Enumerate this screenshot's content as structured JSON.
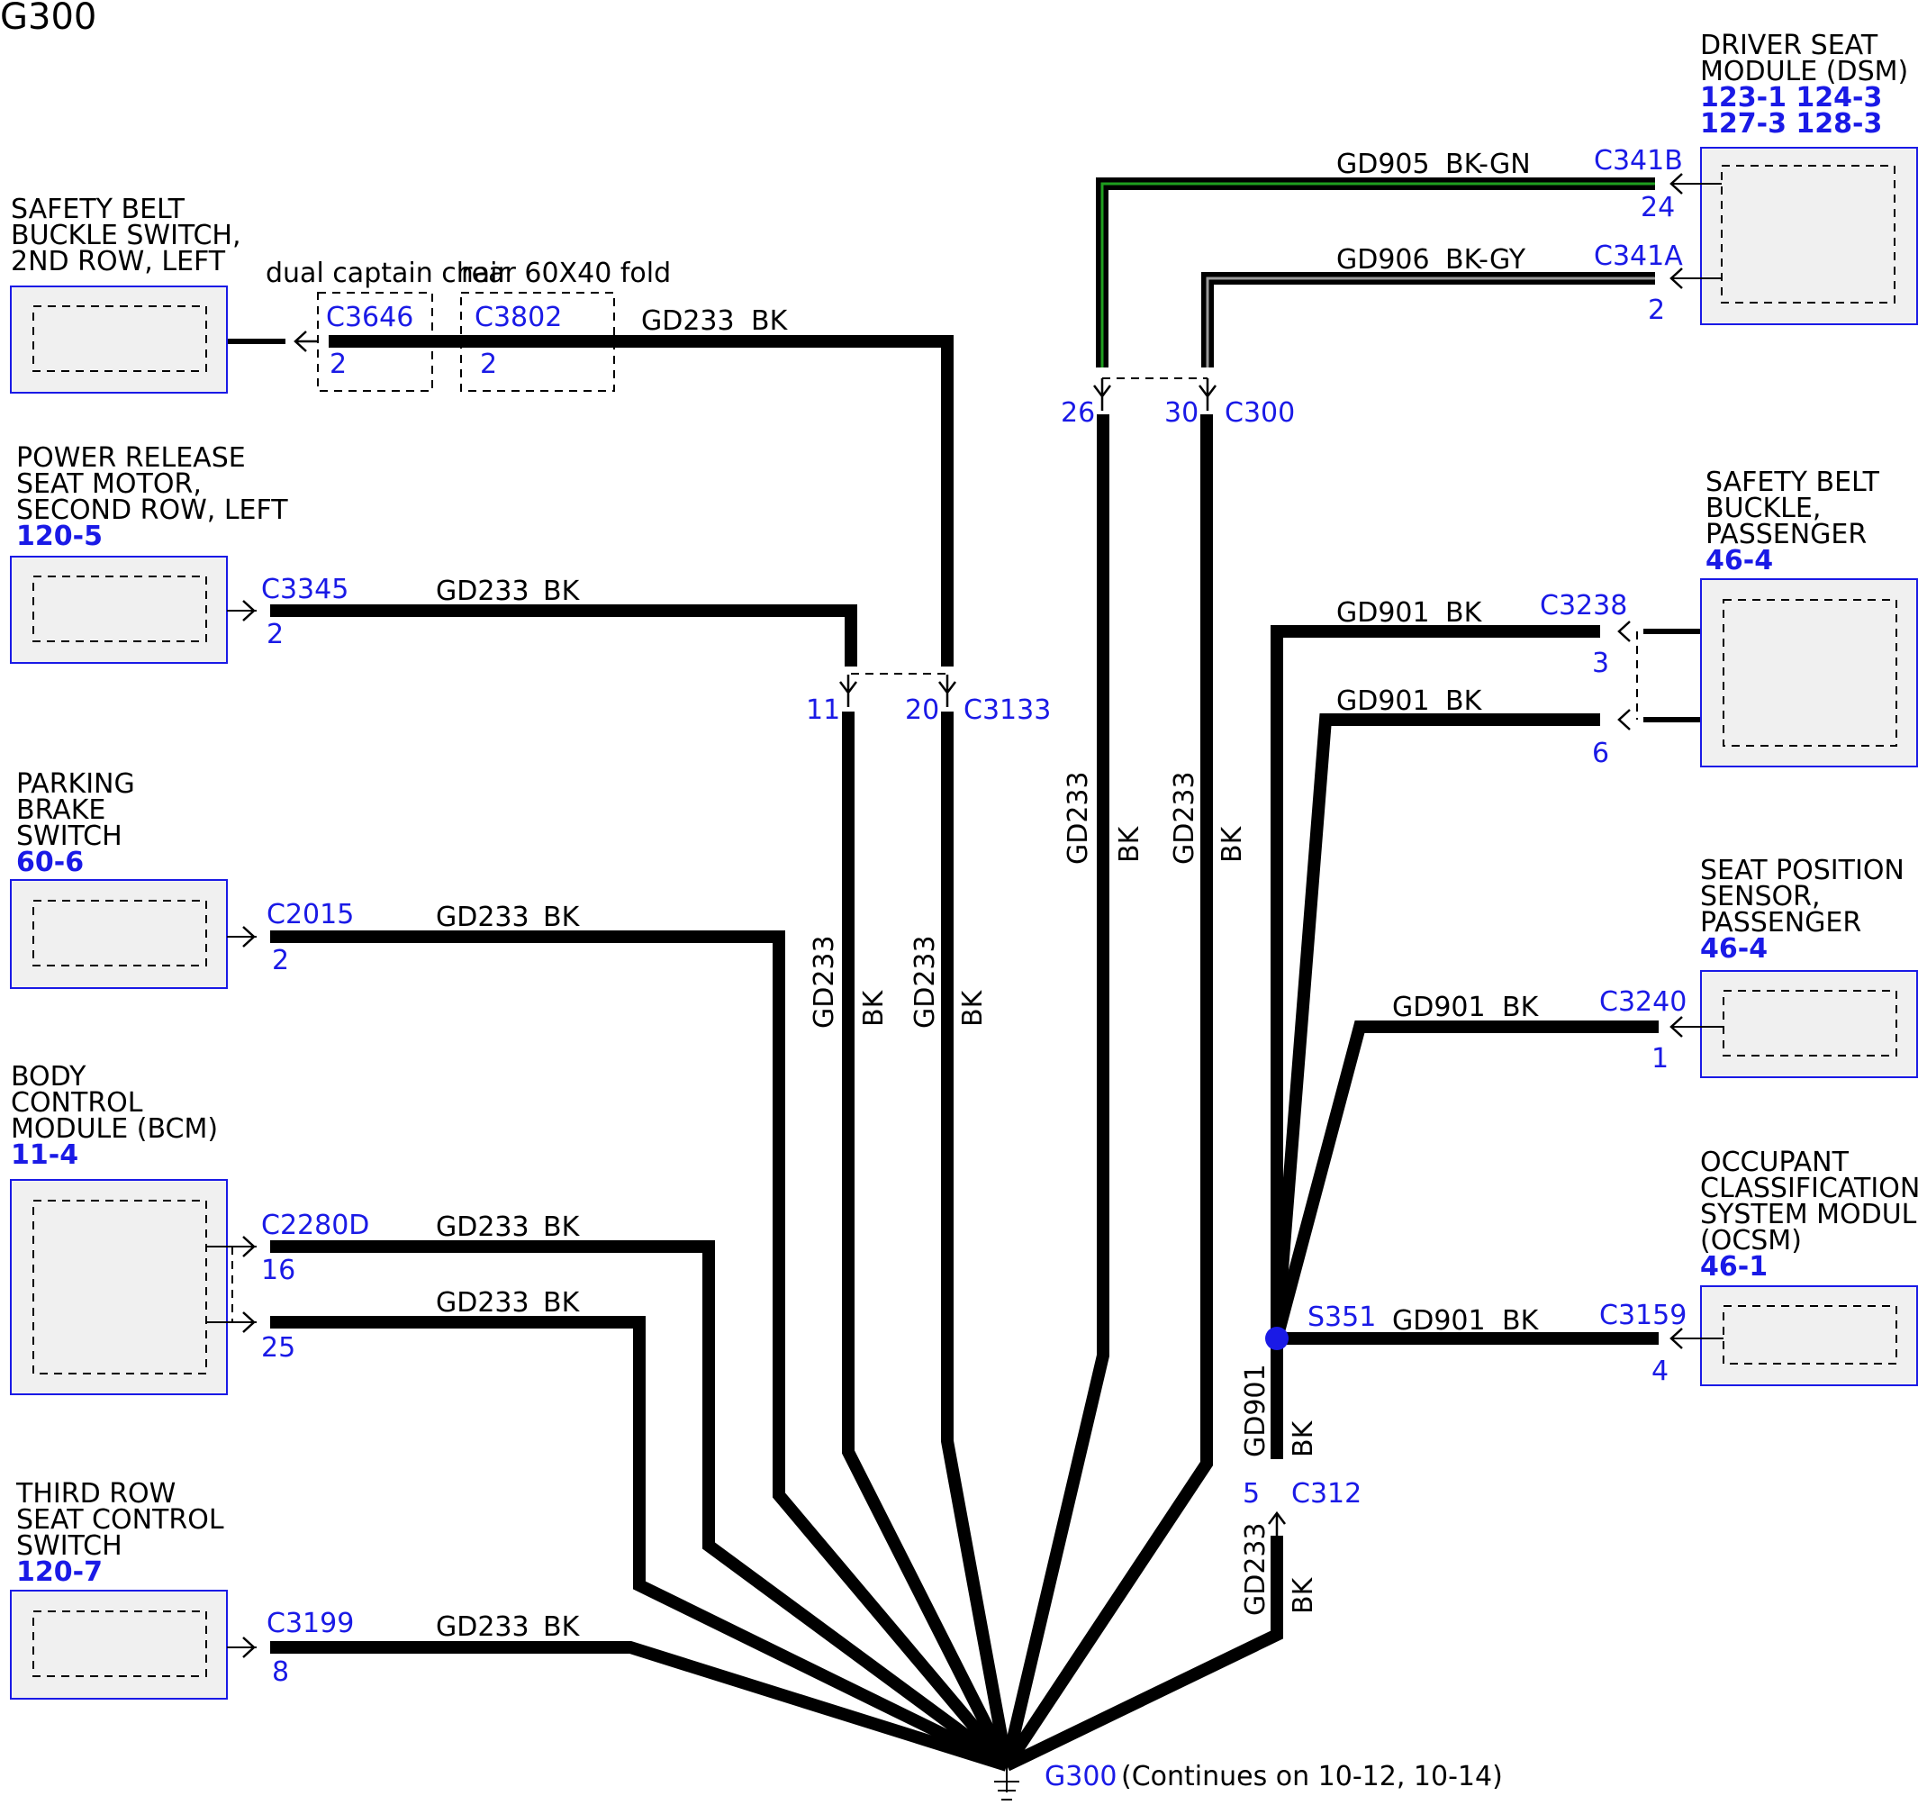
{
  "title": "G300",
  "ground": {
    "label": "G300",
    "note": "(Continues on 10-12, 10-14)"
  },
  "splice": {
    "label": "S351",
    "color": "#1a1ae6"
  },
  "colors": {
    "wire": "#000000",
    "connector_text": "#1a1ae6",
    "box_border": "#1a1ae6",
    "box_fill": "#f0f0f0",
    "bk_gn_stripe": "#1f9e1f",
    "bk_gy_stripe": "#9a9a9a"
  },
  "components": {
    "belt_2nd_left": {
      "lines": [
        "SAFETY BELT",
        "BUCKLE SWITCH,",
        "2ND ROW, LEFT"
      ],
      "refs": []
    },
    "power_release": {
      "lines": [
        "POWER RELEASE",
        "SEAT MOTOR,",
        "SECOND ROW, LEFT"
      ],
      "refs": [
        "120-5"
      ]
    },
    "parking_brake": {
      "lines": [
        "PARKING",
        "BRAKE",
        "SWITCH"
      ],
      "refs": [
        "60-6"
      ]
    },
    "bcm": {
      "lines": [
        "BODY",
        "CONTROL",
        "MODULE (BCM)"
      ],
      "refs": [
        "11-4"
      ]
    },
    "third_row": {
      "lines": [
        "THIRD ROW",
        "SEAT CONTROL",
        "SWITCH"
      ],
      "refs": [
        "120-7"
      ]
    },
    "dsm": {
      "lines": [
        "DRIVER SEAT",
        "MODULE (DSM)"
      ],
      "refs": [
        "123-1 124-3",
        "127-3 128-3"
      ]
    },
    "belt_passenger": {
      "lines": [
        "SAFETY BELT",
        "BUCKLE,",
        "PASSENGER"
      ],
      "refs": [
        "46-4"
      ]
    },
    "seat_position": {
      "lines": [
        "SEAT POSITION",
        "SENSOR,",
        "PASSENGER"
      ],
      "refs": [
        "46-4"
      ]
    },
    "ocsm": {
      "lines": [
        "OCCUPANT",
        "CLASSIFICATION",
        "SYSTEM MODULE",
        "(OCSM)"
      ],
      "refs": [
        "46-1"
      ]
    }
  },
  "options": {
    "dual_captain": "dual captain chair",
    "rear_fold": "rear 60X40 fold"
  },
  "connectors": {
    "c3646": {
      "name": "C3646",
      "pin": "2"
    },
    "c3802": {
      "name": "C3802",
      "pin": "2"
    },
    "c3345": {
      "name": "C3345",
      "pin": "2"
    },
    "c2015": {
      "name": "C2015",
      "pin": "2"
    },
    "c2280d": {
      "name": "C2280D",
      "pin_a": "16",
      "pin_b": "25"
    },
    "c3199": {
      "name": "C3199",
      "pin": "8"
    },
    "c3133": {
      "name": "C3133",
      "pin_a": "11",
      "pin_b": "20"
    },
    "c300": {
      "name": "C300",
      "pin_a": "26",
      "pin_b": "30"
    },
    "c341b": {
      "name": "C341B",
      "pin": "24"
    },
    "c341a": {
      "name": "C341A",
      "pin": "2"
    },
    "c3238": {
      "name": "C3238",
      "pin_a": "3",
      "pin_b": "6"
    },
    "c3240": {
      "name": "C3240",
      "pin": "1"
    },
    "c3159": {
      "name": "C3159",
      "pin": "4"
    },
    "c312": {
      "name": "C312",
      "pin": "5"
    }
  },
  "wires": {
    "gd233": "GD233",
    "gd901": "GD901",
    "gd905": "GD905",
    "gd906": "GD906",
    "bk": "BK",
    "bk_gn": "BK-GN",
    "bk_gy": "BK-GY"
  }
}
